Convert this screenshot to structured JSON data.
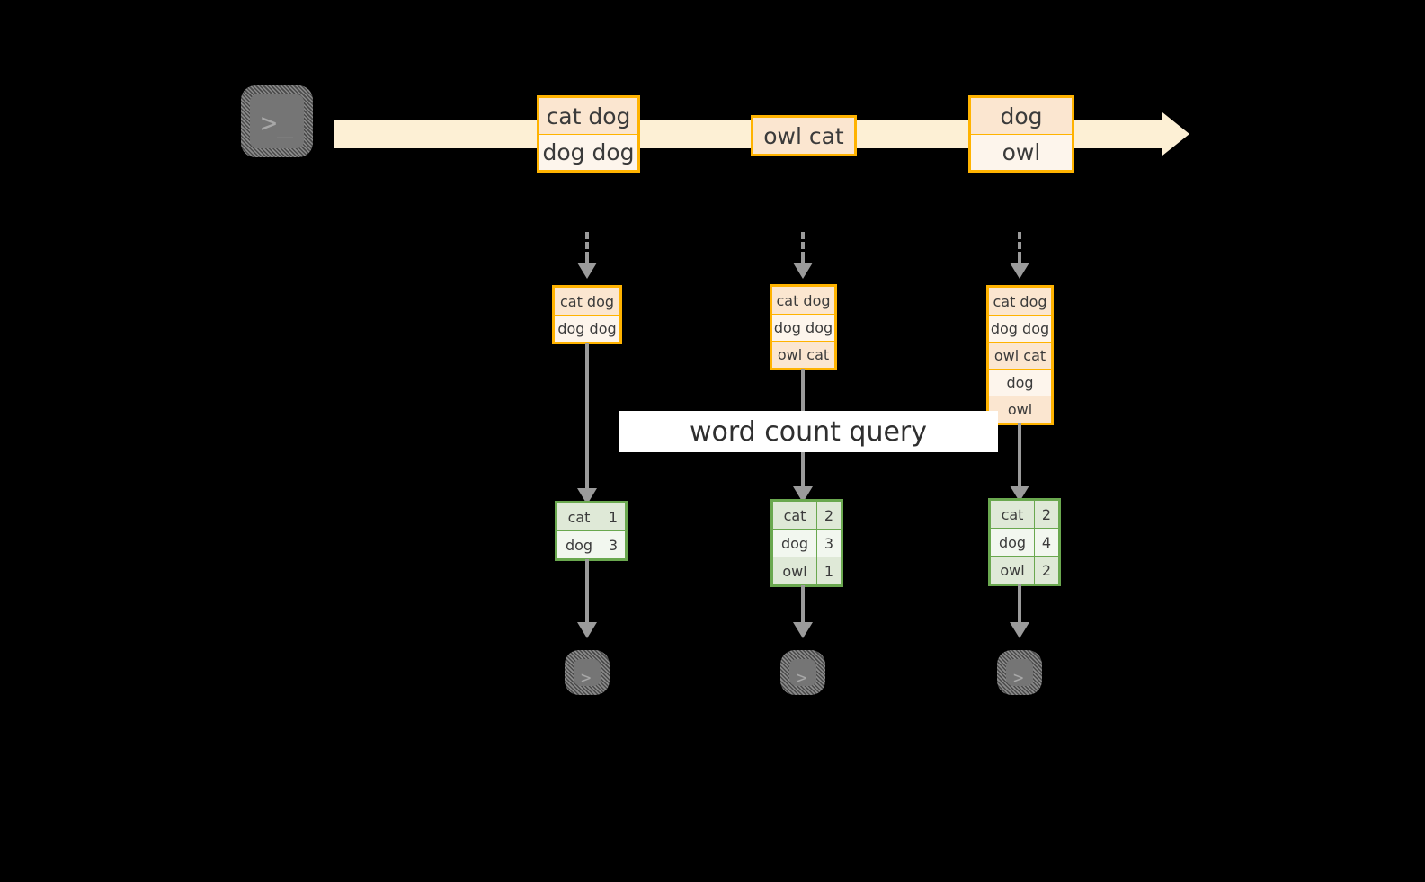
{
  "diagram": {
    "stream": {
      "source_icon": "terminal-icon",
      "source_prompt": ">_",
      "records": [
        {
          "lines": [
            "cat dog",
            "dog dog"
          ]
        },
        {
          "lines": [
            "owl cat"
          ]
        },
        {
          "lines": [
            "dog",
            "owl"
          ]
        }
      ]
    },
    "query_label": "word count query",
    "snapshots": [
      {
        "input_lines": [
          "cat dog",
          "dog dog"
        ],
        "result_header": null,
        "result_rows": [
          {
            "word": "cat",
            "count": "1"
          },
          {
            "word": "dog",
            "count": "3"
          }
        ],
        "sink_icon": "terminal-icon",
        "sink_prompt": ">_"
      },
      {
        "input_lines": [
          "cat dog",
          "dog dog",
          "owl cat"
        ],
        "result_header": null,
        "result_rows": [
          {
            "word": "cat",
            "count": "2"
          },
          {
            "word": "dog",
            "count": "3"
          },
          {
            "word": "owl",
            "count": "1"
          }
        ],
        "sink_icon": "terminal-icon",
        "sink_prompt": ">_"
      },
      {
        "input_lines": [
          "cat dog",
          "dog dog",
          "owl cat",
          "dog",
          "owl"
        ],
        "result_header": null,
        "result_rows": [
          {
            "word": "cat",
            "count": "2"
          },
          {
            "word": "dog",
            "count": "4"
          },
          {
            "word": "owl",
            "count": "2"
          }
        ],
        "sink_icon": "terminal-icon",
        "sink_prompt": ">_"
      }
    ],
    "colors": {
      "background": "#000000",
      "stream_fill": "#fdf0d5",
      "record_border": "#ffb300",
      "record_fill": "#fdf5ec",
      "record_fill_alt": "#fbe6d0",
      "result_border": "#6aa84f",
      "result_fill": "#f2f7ef",
      "result_fill_alt": "#dfe9d7",
      "connector": "#9b9b9b",
      "terminal_body": "#757575",
      "label_bg": "#ffffff"
    }
  }
}
